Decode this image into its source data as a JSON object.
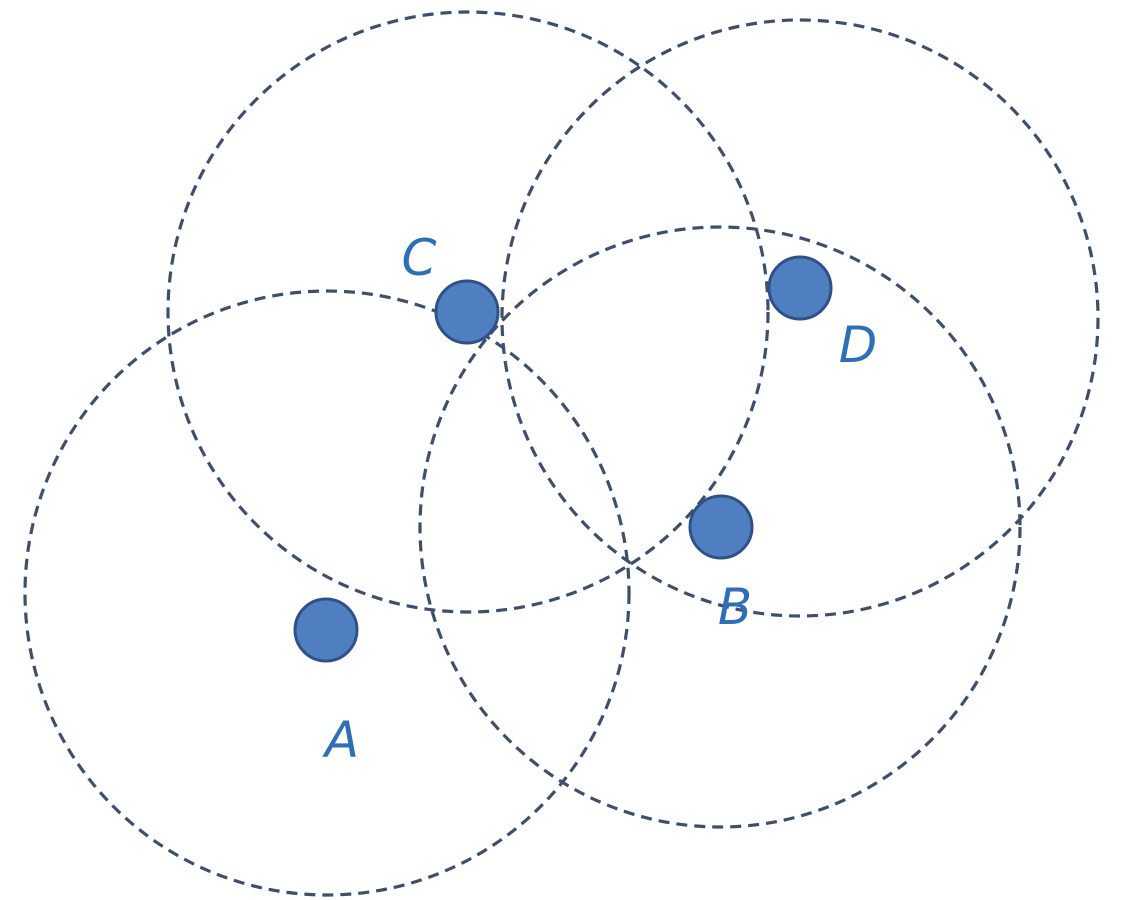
{
  "diagram": {
    "node_color": "#4f7fc0",
    "node_outline_color": "#2f5286",
    "label_color": "#2f6fb6",
    "circle_color": "#3f4f68",
    "circle_style": "dashed",
    "nodes": {
      "a": {
        "label": "A"
      },
      "b": {
        "label": "B"
      },
      "c": {
        "label": "C"
      },
      "d": {
        "label": "D"
      }
    }
  }
}
